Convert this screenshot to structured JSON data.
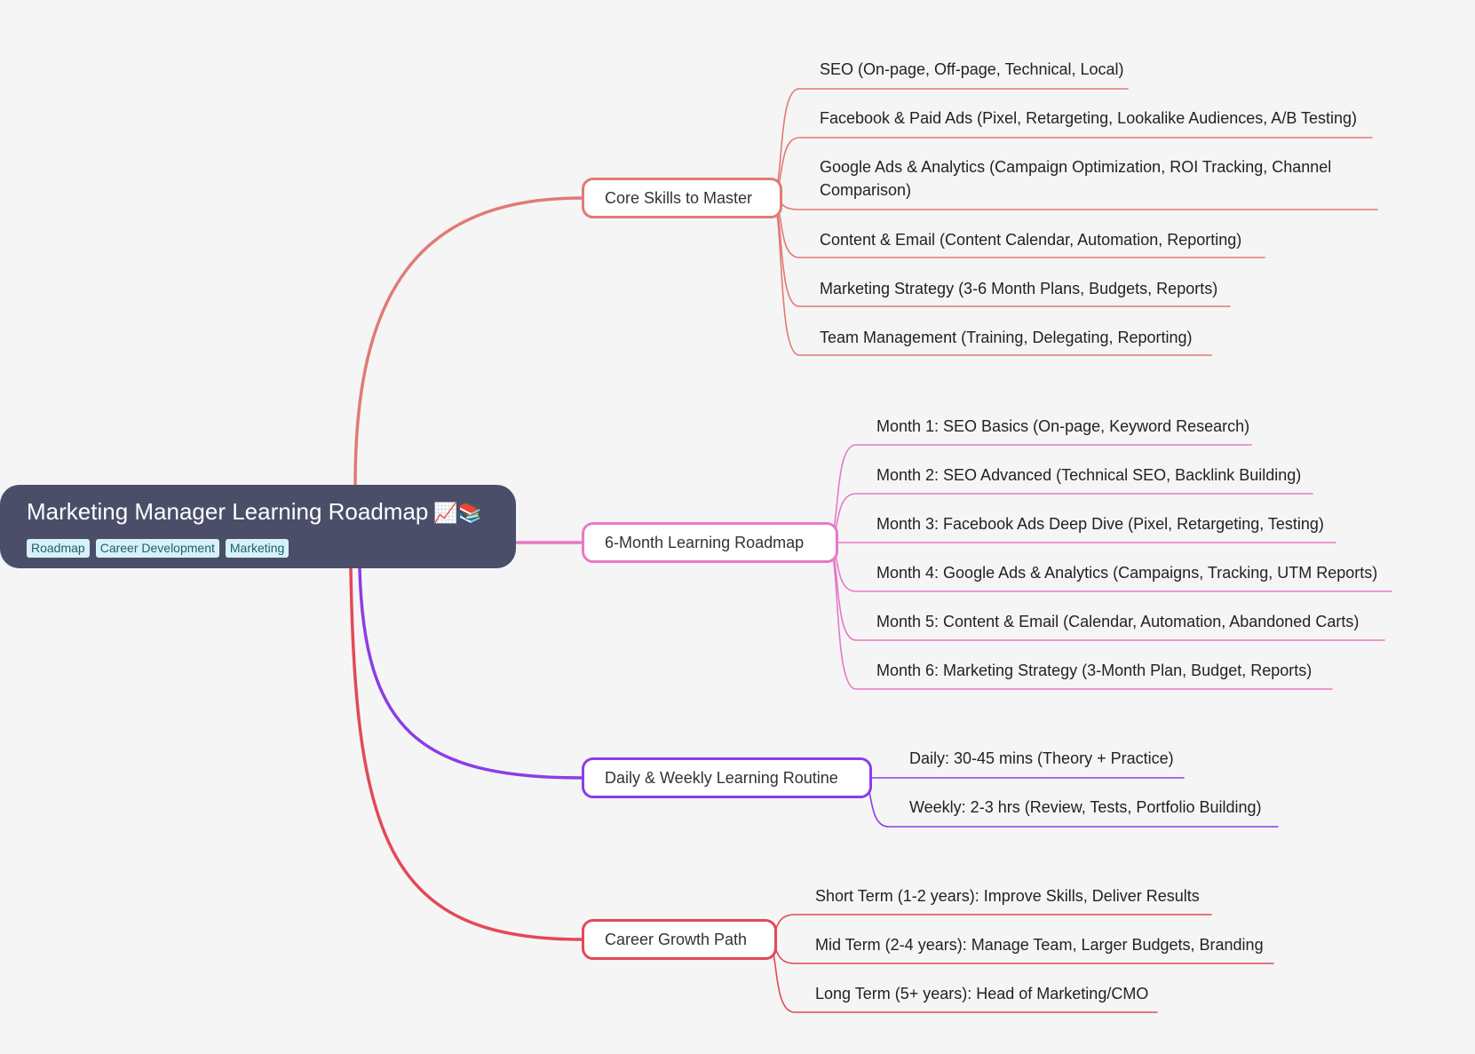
{
  "root": {
    "title": "Marketing Manager Learning Roadmap",
    "emoji": "📈📚",
    "tags": [
      "Roadmap",
      "Career Development",
      "Marketing"
    ],
    "color": "#4a4e69"
  },
  "branches": [
    {
      "label": "Core Skills to Master",
      "color": "#e07a76",
      "children": [
        "SEO (On-page, Off-page, Technical, Local)",
        "Facebook & Paid Ads (Pixel, Retargeting, Lookalike Audiences, A/B Testing)",
        "Google Ads & Analytics (Campaign Optimization, ROI Tracking, Channel Comparison)",
        "Content & Email (Content Calendar, Automation, Reporting)",
        "Marketing Strategy (3-6 Month Plans, Budgets, Reports)",
        "Team Management (Training, Delegating, Reporting)"
      ]
    },
    {
      "label": "6-Month Learning Roadmap",
      "color": "#e879c6",
      "children": [
        "Month 1: SEO Basics (On-page, Keyword Research)",
        "Month 2: SEO Advanced (Technical SEO, Backlink Building)",
        "Month 3: Facebook Ads Deep Dive (Pixel, Retargeting, Testing)",
        "Month 4: Google Ads & Analytics (Campaigns, Tracking, UTM Reports)",
        "Month 5: Content & Email (Calendar, Automation, Abandoned Carts)",
        "Month 6: Marketing Strategy (3-Month Plan, Budget, Reports)"
      ]
    },
    {
      "label": "Daily & Weekly Learning Routine",
      "color": "#8a3ee6",
      "children": [
        "Daily: 30-45 mins (Theory + Practice)",
        "Weekly: 2-3 hrs (Review, Tests, Portfolio Building)"
      ]
    },
    {
      "label": "Career Growth Path",
      "color": "#e24958",
      "children": [
        "Short Term (1-2 years): Improve Skills, Deliver Results",
        "Mid Term (2-4 years): Manage Team, Larger Budgets, Branding",
        "Long Term (5+ years): Head of Marketing/CMO"
      ]
    }
  ]
}
